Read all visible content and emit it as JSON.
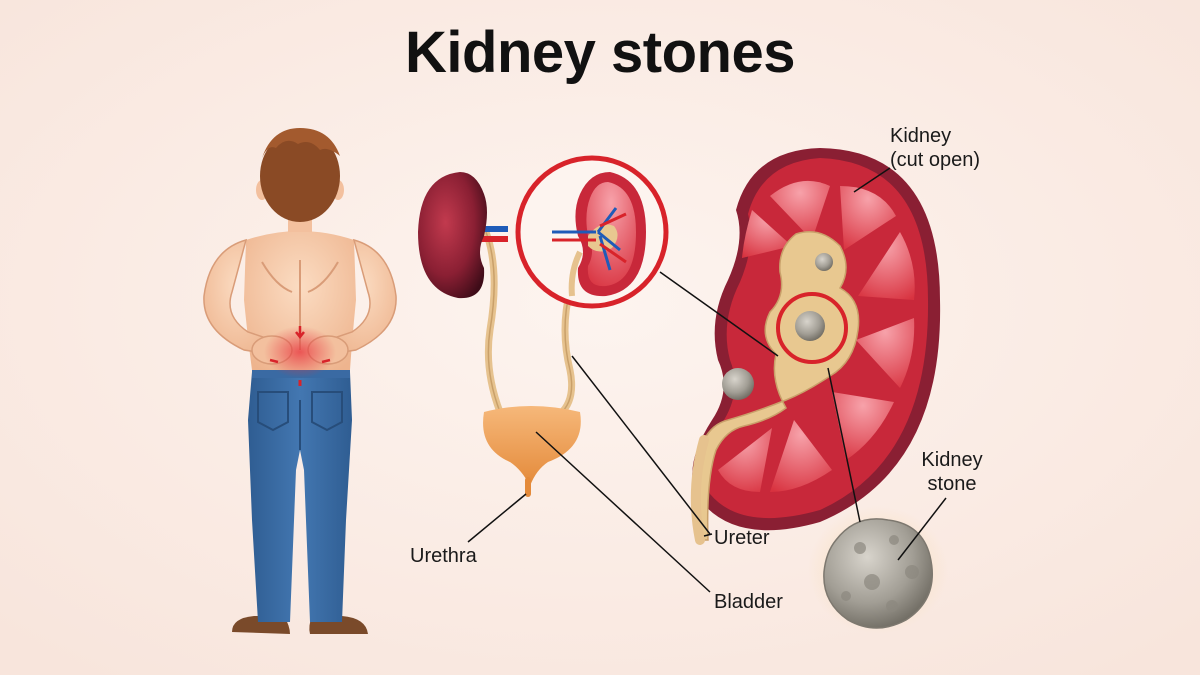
{
  "title": "Kidney stones",
  "labels": {
    "kidney_cut_open_line1": "Kidney",
    "kidney_cut_open_line2": "(cut open)",
    "kidney_stone_line1": "Kidney",
    "kidney_stone_line2": "stone",
    "ureter": "Ureter",
    "urethra": "Urethra",
    "bladder": "Bladder"
  },
  "colors": {
    "background": "#fbede6",
    "kidney_red": "#c8283a",
    "kidney_dark": "#7a1a2a",
    "highlight_circle": "#d8232a",
    "urine_tan": "#e8c890",
    "jeans": "#3b6aa0",
    "skin": "#f6c9a6",
    "hair": "#8a4a25",
    "stone_gray": "#a8a49c"
  },
  "icons": [
    "kidney-icon",
    "bladder-icon",
    "kidney-stone-icon",
    "person-back-pain-icon"
  ]
}
